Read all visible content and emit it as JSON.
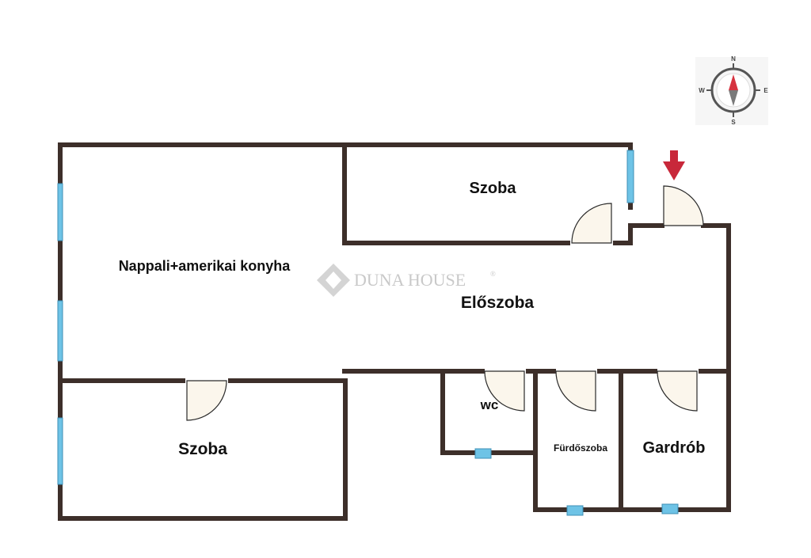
{
  "rooms": {
    "living": "Nappali+amerikai konyha",
    "room_top": "Szoba",
    "hall": "Előszoba",
    "room_bottom": "Szoba",
    "wc": "wc",
    "bathroom": "Fürdőszoba",
    "wardrobe": "Gardrób"
  },
  "watermark": "DUNA HOUSE",
  "watermark_mark": "®",
  "compass": {
    "n": "N",
    "e": "E",
    "s": "S",
    "w": "W"
  },
  "colors": {
    "wall": "#3d2f2a",
    "window": "#6ec3e6",
    "door_fill": "#fbf6ec",
    "entrance_arrow": "#c8283a",
    "watermark": "#c9c9c9"
  }
}
